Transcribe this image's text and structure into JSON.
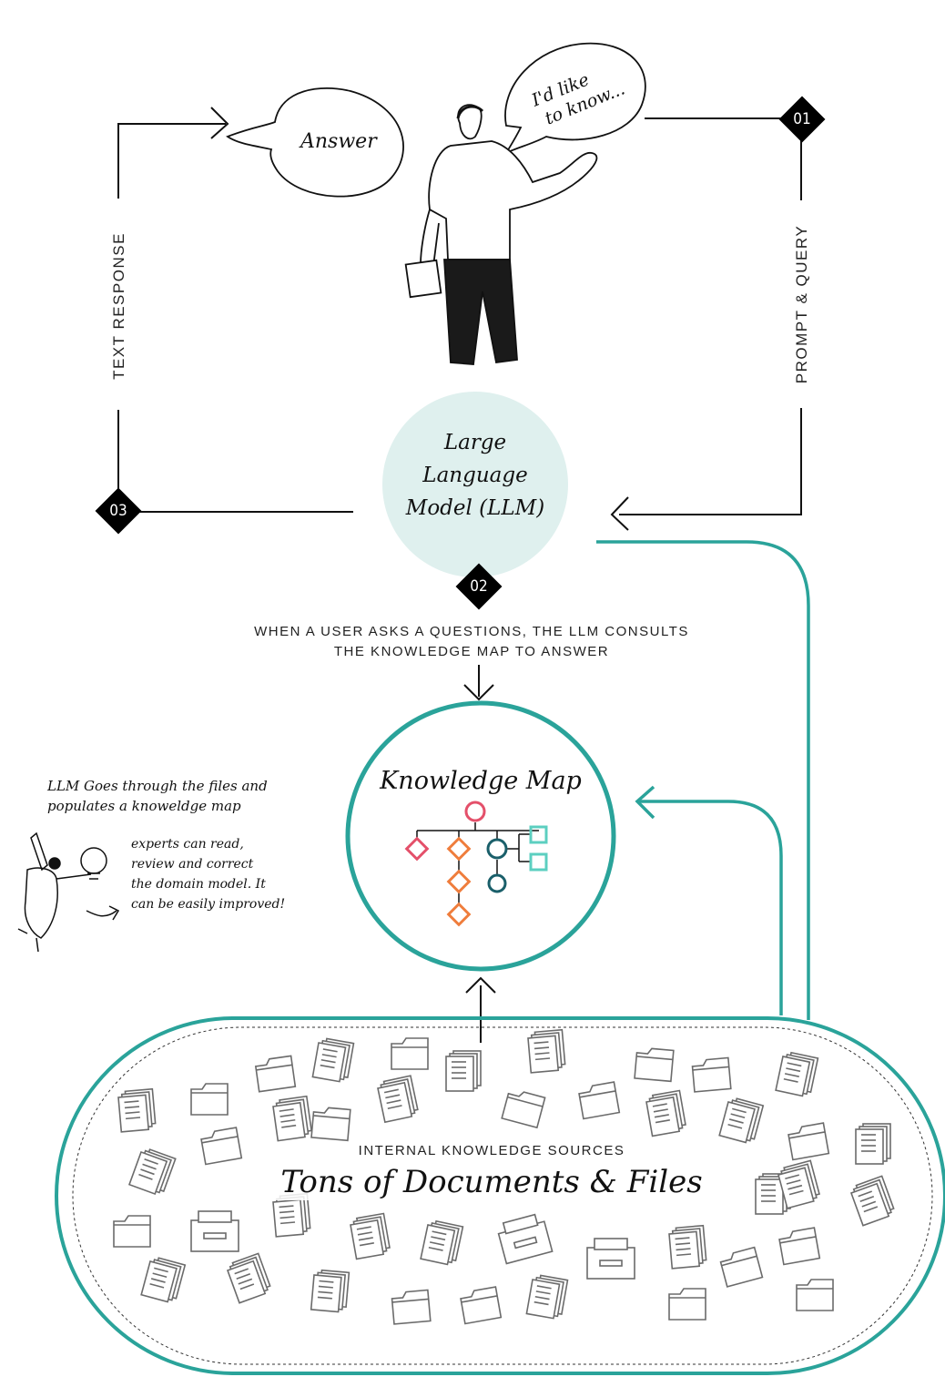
{
  "speech": {
    "answer": "Answer",
    "question_line1": "I'd like",
    "question_line2": "to know..."
  },
  "flow_labels": {
    "text_response": "TEXT RESPONSE",
    "prompt_query": "PROMPT & QUERY"
  },
  "steps": {
    "step1": "01",
    "step2": "02",
    "step3": "03"
  },
  "llm": {
    "line1": "Large",
    "line2": "Language",
    "line3": "Model (LLM)"
  },
  "consult_text": {
    "line1": "WHEN A USER ASKS A QUESTIONS, THE LLM CONSULTS",
    "line2": "THE KNOWLEDGE MAP TO ANSWER"
  },
  "knowledge_map": {
    "title": "Knowledge Map",
    "colors": {
      "red": "#e4506a",
      "orange": "#ef7d3c",
      "teal_dark": "#1a5f6a",
      "teal_light": "#5ccfc0",
      "ring": "#2aa39a"
    }
  },
  "notes": {
    "populate_line1": "LLM Goes through the files and",
    "populate_line2": "populates a knoweldge map",
    "experts_line1": "experts can read,",
    "experts_line2": "review and correct",
    "experts_line3": "the domain model. It",
    "experts_line4": "can be easily improved!"
  },
  "sources": {
    "subtitle": "INTERNAL KNOWLEDGE SOURCES",
    "title": "Tons of Documents & Files"
  },
  "colors": {
    "accent": "#2aa39a",
    "llm_fill": "#dff0ee",
    "ink": "#111111",
    "icon_gray": "#6b6b6b"
  }
}
